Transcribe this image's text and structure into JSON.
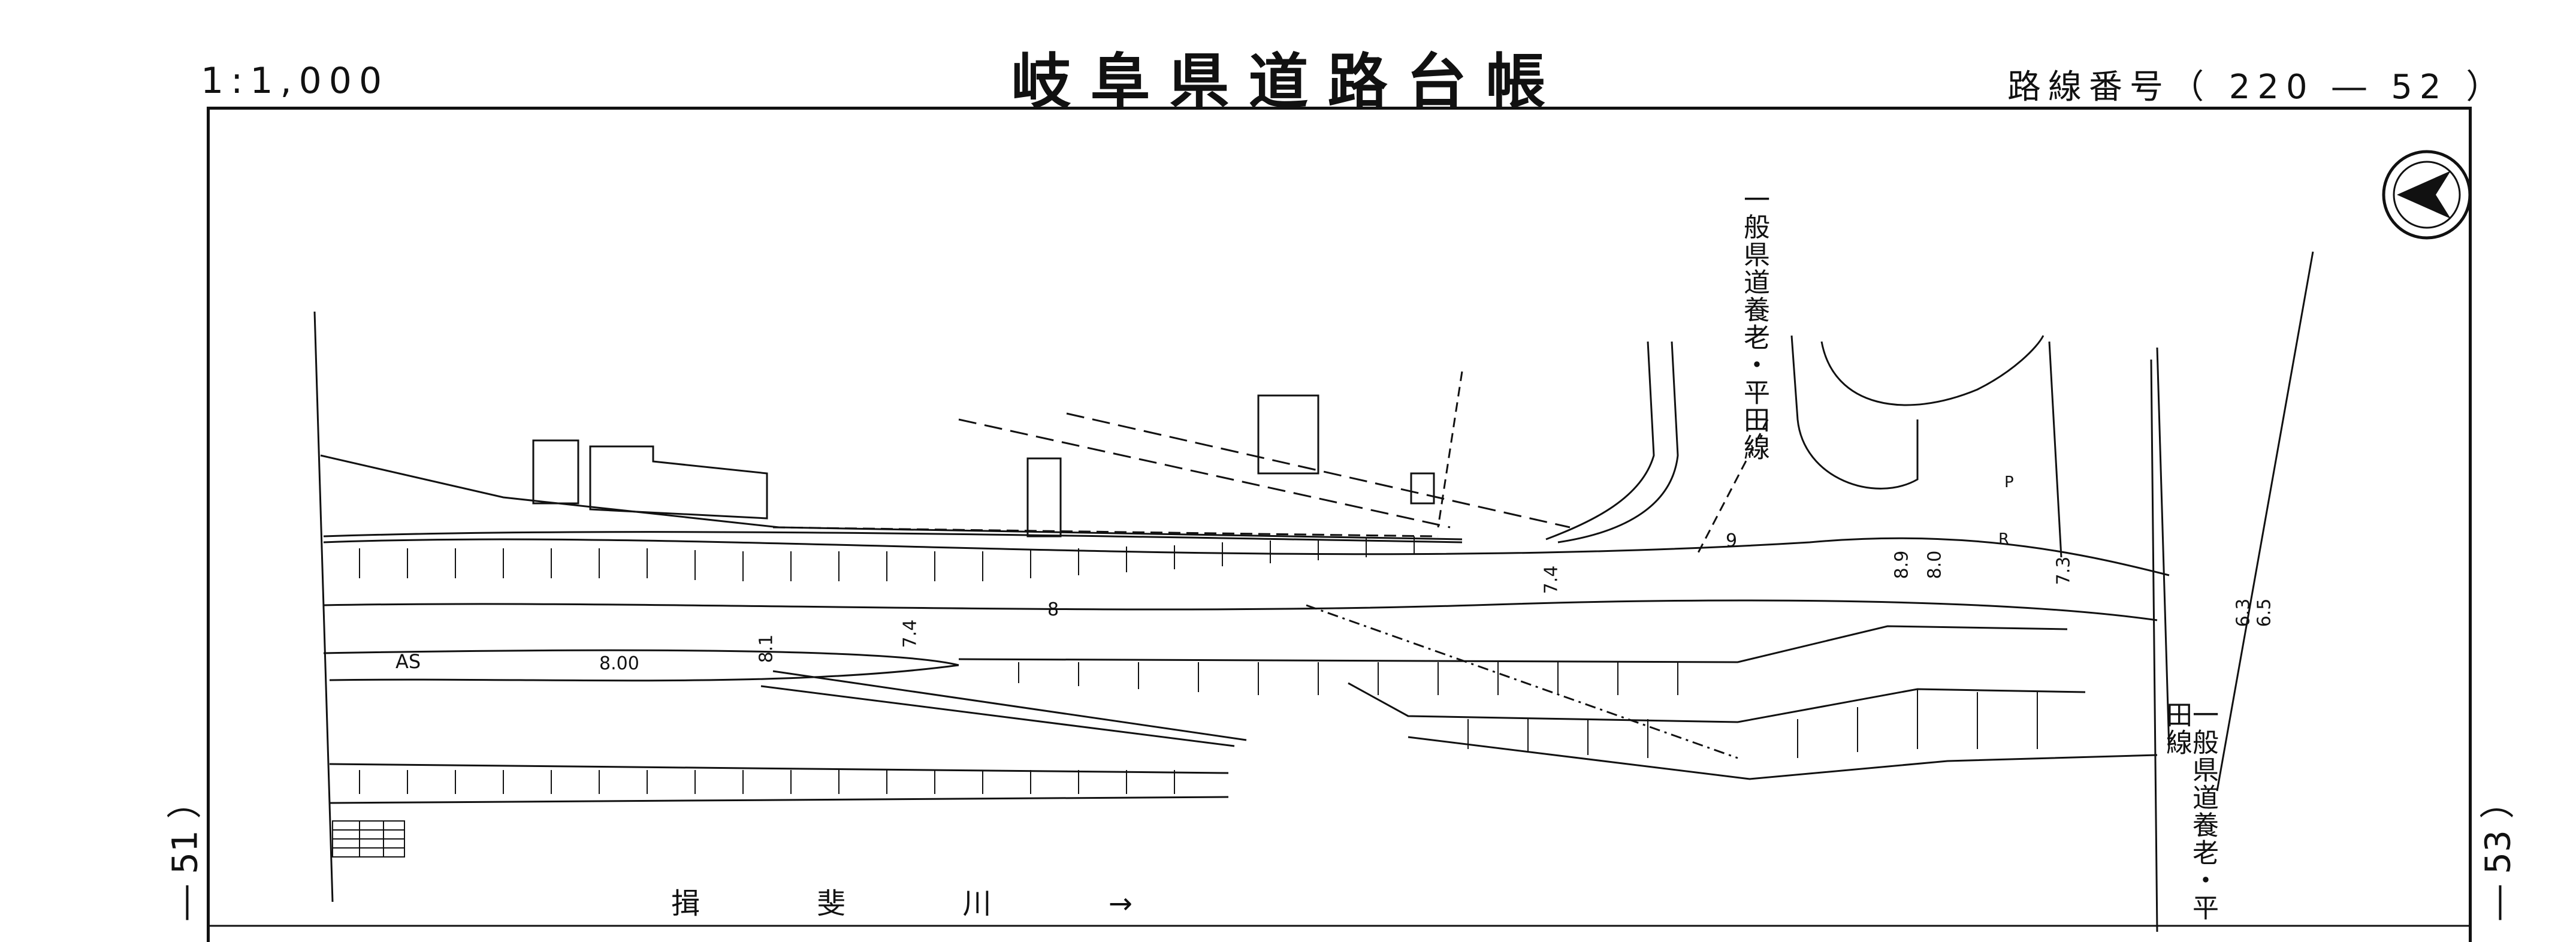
{
  "header": {
    "scale": "1:1,000",
    "title": "岐阜県道路台帳",
    "route": "路線番号（ 220 ― 52 ）"
  },
  "side_labels": {
    "left_page": "― 51 ）",
    "right_page": "― 53 ）"
  },
  "map": {
    "road_label_top": "一般県道養老・平田線",
    "road_label_bottom": "一般県道養老・平田線",
    "river": "揖 斐 川 →",
    "pavement": "AS",
    "width_main": "8.00",
    "width_dims": [
      "8.1",
      "7.4",
      "8",
      "7.4",
      "9",
      "8.9",
      "8.0",
      "7.3",
      "6.3",
      "6.5"
    ],
    "marks": [
      "R",
      "P"
    ],
    "north_arrow": "north-arrow"
  }
}
